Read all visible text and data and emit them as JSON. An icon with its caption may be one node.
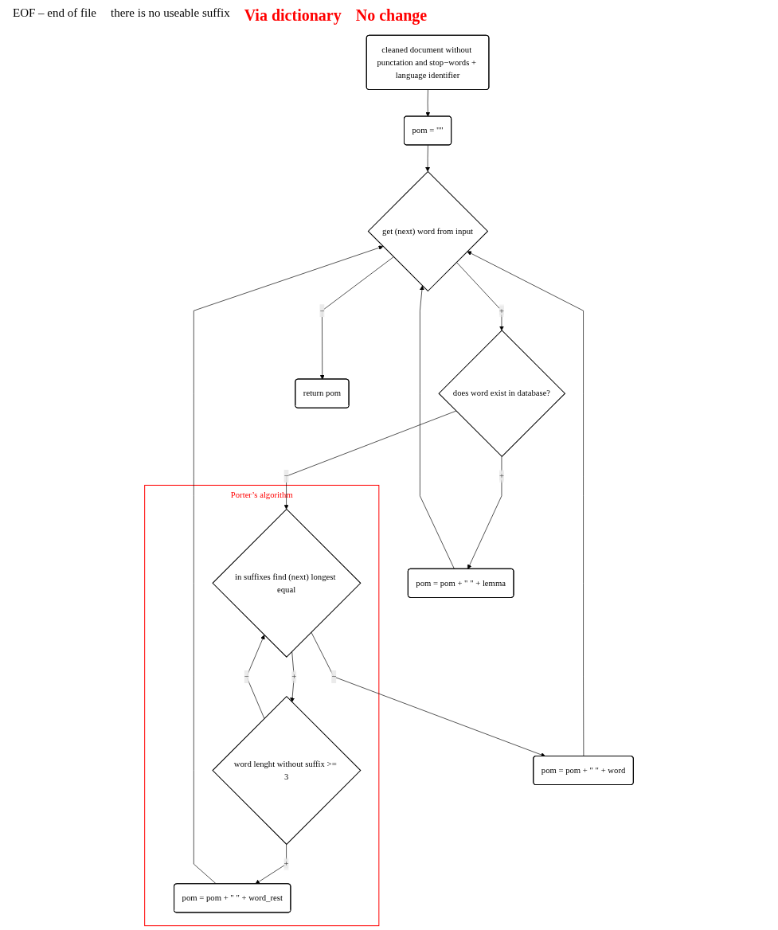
{
  "diagram": {
    "nodes": [
      {
        "text": [
          "cleaned document without punctation and stop−words + language identifier"
        ]
      },
      {
        "text": [
          "pom = \"\""
        ]
      },
      {
        "text": [
          "get (next) word from input"
        ]
      },
      {
        "text": [
          "does word exist in database?"
        ]
      },
      {
        "text": [
          "Porter’s algorithm"
        ]
      },
      {
        "text": [
          "in suffixes find (next) longest equal"
        ],
        "in": 4
      },
      {
        "text": [
          "word lenght without suffix >= 3"
        ],
        "in": 4
      },
      {
        "text": [
          "pom = pom + \" \" + lemma"
        ]
      },
      {
        "text": [
          "pom = pom + \" \" + word"
        ]
      },
      {
        "text": [
          "pom = pom + \" \" + word_rest"
        ],
        "in": 4
      },
      {
        "text": [
          "return pom"
        ]
      }
    ],
    "edges": [
      {
        "from": 0,
        "to": 1,
        "arrow": "to"
      },
      {
        "from": 1,
        "to": 2,
        "arrow": "to"
      },
      {
        "from": 2,
        "to": 3,
        "arrow": "to",
        "label": "+"
      },
      {
        "from": 2,
        "to": 10,
        "arrow": "to",
        "label": "−"
      },
      {
        "from": 3,
        "to": 7,
        "arrow": "to",
        "label": "+"
      },
      {
        "from": 3,
        "to": 5,
        "arrow": "to",
        "label": "−"
      },
      {
        "from": 5,
        "to": 8,
        "arrow": "to",
        "label": "−"
      },
      {
        "from": 5,
        "to": 6,
        "arrow": "to",
        "label": "+"
      },
      {
        "from": 6,
        "to": 5,
        "arrow": "to",
        "label": "−"
      },
      {
        "from": 6,
        "to": 9,
        "arrow": "to",
        "label": "+"
      },
      {
        "from": 7,
        "to": 2,
        "arrow": "to"
      },
      {
        "from": 8,
        "to": 2,
        "arrow": "to"
      },
      {
        "from": 9,
        "to": 2,
        "arrow": "to"
      }
    ],
    "labels": [
      "EOF – end of file",
      "there is no useable suffix",
      "Via dictionary",
      "No change"
    ]
  }
}
